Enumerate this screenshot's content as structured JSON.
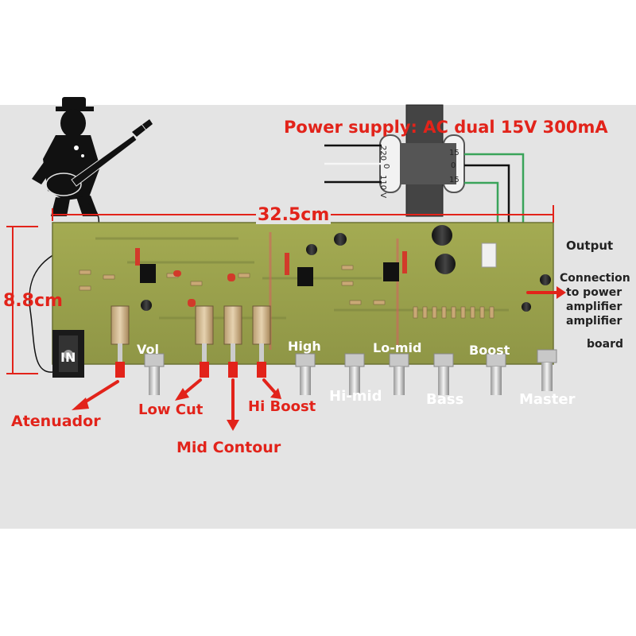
{
  "power_supply": "Power supply: AC dual 15V 300mA",
  "dimension_width": "32.5cm",
  "dimension_height": "8.8cm",
  "output_title": "Output",
  "output_connection": [
    "Connection",
    "to power",
    "amplifier",
    "amplifier",
    "board"
  ],
  "transformer_primary": [
    "220",
    "0",
    "110 V"
  ],
  "transformer_secondary": [
    "15",
    "0",
    "15"
  ],
  "labels": {
    "in": "IN",
    "vol": "Vol",
    "high": "High",
    "lo_mid": "Lo-mid",
    "boost": "Boost",
    "hi_mid": "Hi-mid",
    "bass": "Bass",
    "master": "Master",
    "atenuador": "Atenuador",
    "low_cut": "Low Cut",
    "hi_boost": "Hi Boost",
    "mid_contour": "Mid Contour"
  },
  "colors": {
    "board": "#9aa24c",
    "background": "#e4e4e4",
    "label_red": "#e2231a",
    "wire_green": "#3aa45a"
  }
}
